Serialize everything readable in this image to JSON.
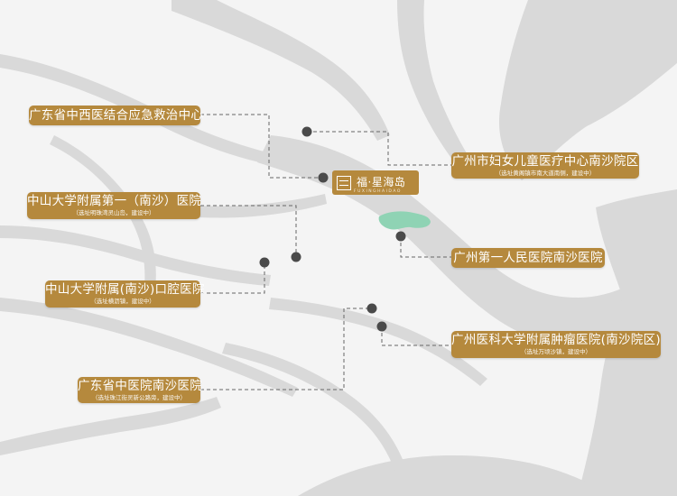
{
  "colors": {
    "water": "#d9d9d9",
    "land": "#f4f4f4",
    "label_bg": "#b5893d",
    "pin": "#4a4a4a",
    "park": "#8fd3b4",
    "leader": "#666666"
  },
  "project": {
    "logo_text": "福·星海岛",
    "logo_sub": "FUXINGHAIDAO",
    "icon": "pavilion-icon"
  },
  "hospitals": [
    {
      "id": "zhongxiyi",
      "name": "广东省中西医结合应急救治中心",
      "note": ""
    },
    {
      "id": "fuer",
      "name": "广州市妇女儿童医疗中心南沙院区",
      "note": "（选址黄阁镇市南大道南侧，建设中）"
    },
    {
      "id": "zhongda1",
      "name": "中山大学附属第一（南沙）医院",
      "note": "（选址明珠湾灵山岛，建设中）"
    },
    {
      "id": "diyi",
      "name": "广州第一人民医院南沙医院",
      "note": ""
    },
    {
      "id": "kouqiang",
      "name": "中山大学附属(南沙)口腔医院",
      "note": "（选址横沥镇，建设中）"
    },
    {
      "id": "zhongliu",
      "name": "广州医科大学附属肿瘤医院(南沙院区)",
      "note": "（选址万顷沙镇，建设中）"
    },
    {
      "id": "zhongyi",
      "name": "广东省中医院南沙医院",
      "note": "（选址珠江街灵新公路旁，建设中）"
    }
  ]
}
